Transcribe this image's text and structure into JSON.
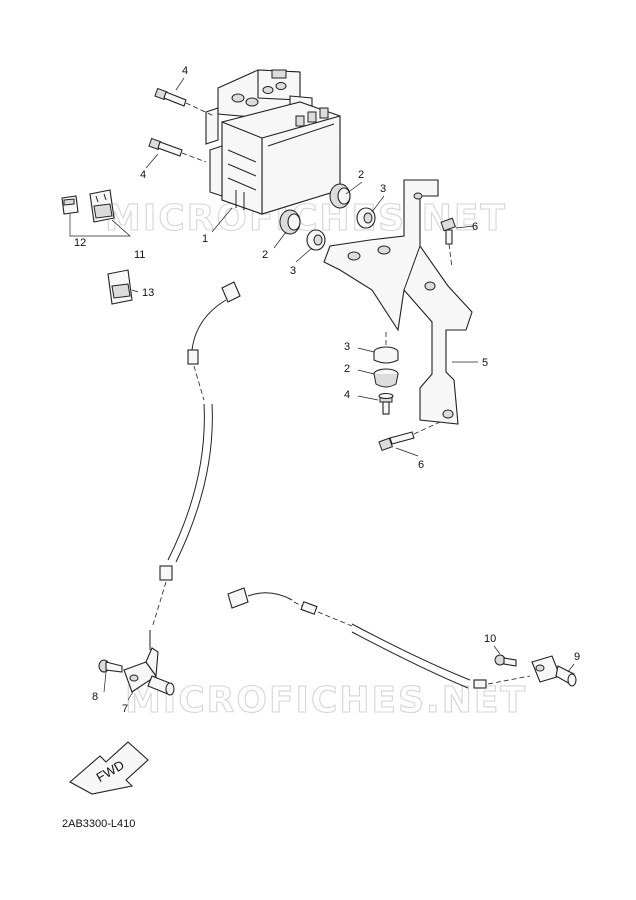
{
  "diagram_code": "2AB3300-L410",
  "watermark": "MICROFICHES.NET",
  "fwd_label": "FWD",
  "callouts": {
    "c4a": "4",
    "c4b": "4",
    "c1": "1",
    "c2a": "2",
    "c3a": "3",
    "c6a": "6",
    "c2b": "2",
    "c3b": "3",
    "c12": "12",
    "c11": "11",
    "c13": "13",
    "c5": "5",
    "c3c": "3",
    "c2c": "2",
    "c4c": "4",
    "c6b": "6",
    "c10": "10",
    "c9": "9",
    "c8": "8",
    "c7": "7"
  }
}
